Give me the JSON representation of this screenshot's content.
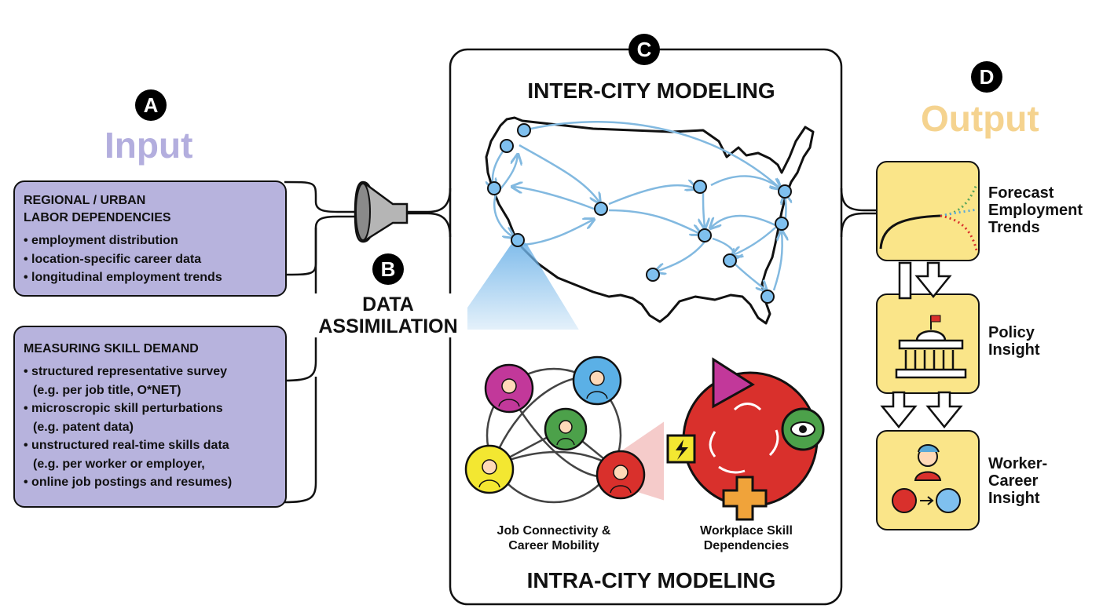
{
  "badges": {
    "a": "A",
    "b": "B",
    "c": "C",
    "d": "D"
  },
  "input": {
    "title": "Input",
    "box1": {
      "heading_line1": "REGIONAL / URBAN",
      "heading_line2": "LABOR DEPENDENCIES",
      "items": [
        "• employment distribution",
        "• location-specific career data",
        "• longitudinal employment trends"
      ]
    },
    "box2": {
      "heading": "MEASURING SKILL DEMAND",
      "items": [
        "• structured representative survey",
        "(e.g. per job title, O*NET)",
        "• microscropic skill perturbations",
        "(e.g. patent data)",
        "• unstructured real-time skills data",
        "(e.g. per worker or employer,",
        "• online job postings and resumes)"
      ]
    }
  },
  "assimilation": {
    "line1": "DATA",
    "line2": "ASSIMILATION"
  },
  "modeling": {
    "inter_title": "INTER-CITY MODELING",
    "intra_title": "INTRA-CITY MODELING",
    "caption_left_line1": "Job Connectivity &",
    "caption_left_line2": "Career Mobility",
    "caption_right_line1": "Workplace Skill",
    "caption_right_line2": "Dependencies"
  },
  "output": {
    "title": "Output",
    "forecast": [
      "Forecast",
      "Employment",
      "Trends"
    ],
    "policy": [
      "Policy",
      "Insight"
    ],
    "worker": [
      "Worker-",
      "Career",
      "Insight"
    ]
  },
  "colors": {
    "input_title": "#b3aede",
    "output_title": "#f5d38f",
    "purple_box": "#b7b3dd",
    "yellow_box": "#fae589",
    "map_node": "#7fc0ef",
    "map_arrow": "#82b9e0",
    "skill_circle": "#d9302c"
  }
}
